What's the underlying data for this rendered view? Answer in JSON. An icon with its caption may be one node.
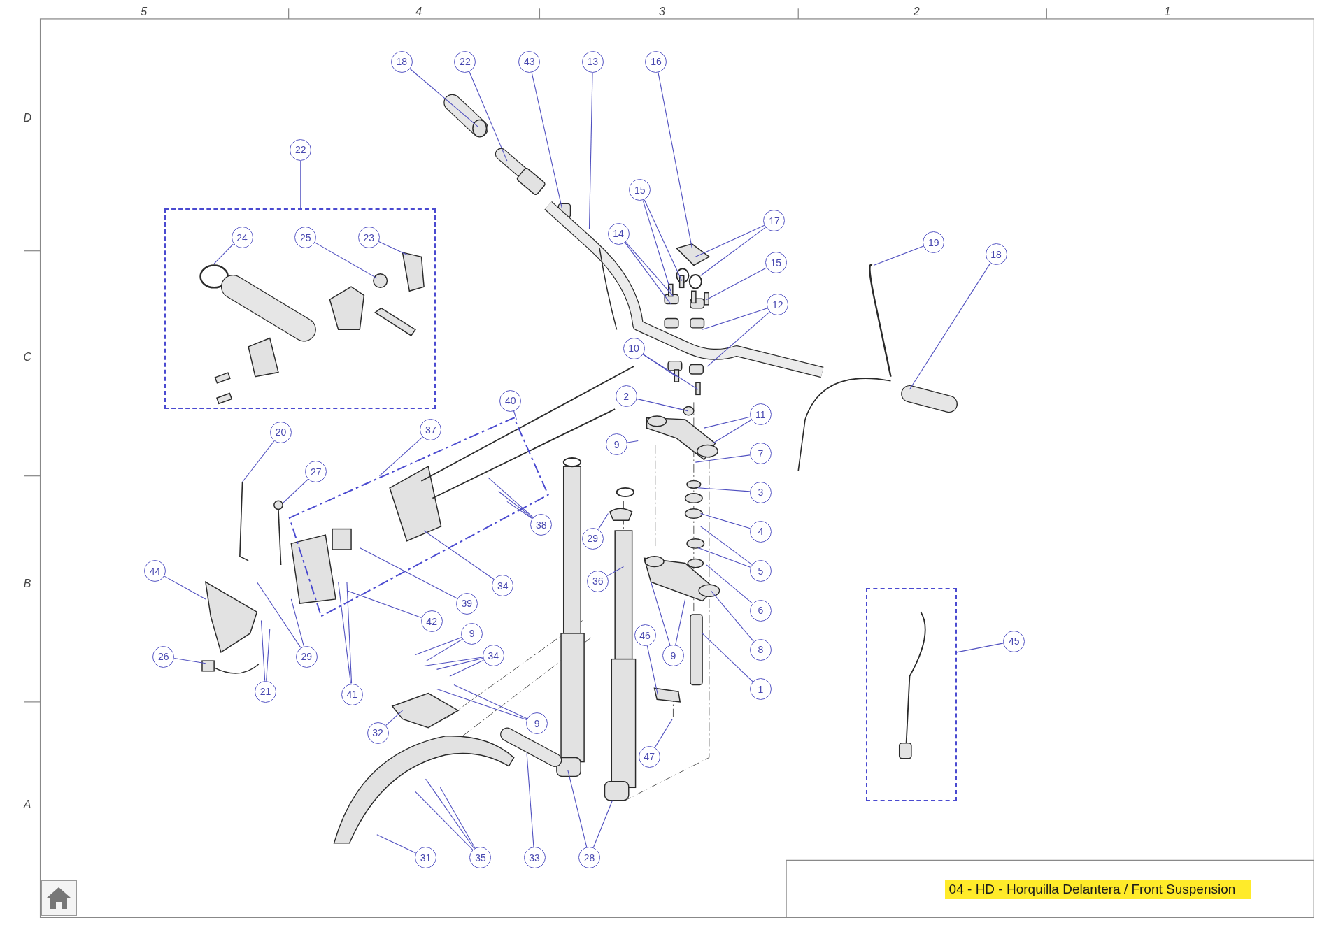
{
  "diagram": {
    "title": "04 - HD - Horquilla Delantera / Front Suspension",
    "nodes": [
      {
        "text": [
          "18"
        ]
      },
      {
        "text": [
          "22"
        ]
      },
      {
        "text": [
          "43"
        ]
      },
      {
        "text": [
          "13"
        ]
      },
      {
        "text": [
          "16"
        ]
      },
      {
        "text": [
          "22"
        ]
      },
      {
        "text": [],
        "shape": "box"
      },
      {
        "text": [
          "24"
        ],
        "in": 6
      },
      {
        "text": [
          "25"
        ],
        "in": 6
      },
      {
        "text": [
          "23"
        ],
        "in": 6
      },
      {
        "text": [
          "15"
        ]
      },
      {
        "text": [
          "17"
        ]
      },
      {
        "text": [
          "14"
        ]
      },
      {
        "text": [
          "15"
        ]
      },
      {
        "text": [
          "12"
        ]
      },
      {
        "text": [
          "19"
        ]
      },
      {
        "text": [
          "18"
        ]
      },
      {
        "text": [
          "10"
        ]
      },
      {
        "text": [
          "2"
        ]
      },
      {
        "text": [
          "40"
        ]
      },
      {
        "text": [
          "11"
        ]
      },
      {
        "text": [
          "9"
        ]
      },
      {
        "text": [
          "7"
        ]
      },
      {
        "text": [
          "37"
        ]
      },
      {
        "text": [
          "20"
        ]
      },
      {
        "text": [
          "27"
        ]
      },
      {
        "text": [
          "3"
        ]
      },
      {
        "text": [
          "38"
        ]
      },
      {
        "text": [
          "4"
        ]
      },
      {
        "text": [
          "29"
        ]
      },
      {
        "text": [
          "5"
        ]
      },
      {
        "text": [
          "44"
        ]
      },
      {
        "text": [
          "34"
        ]
      },
      {
        "text": [
          "36"
        ]
      },
      {
        "text": [
          "39"
        ]
      },
      {
        "text": [
          "42"
        ]
      },
      {
        "text": [
          "6"
        ]
      },
      {
        "text": [
          "9"
        ]
      },
      {
        "text": [
          "46"
        ]
      },
      {
        "text": [
          "9"
        ]
      },
      {
        "text": [
          "8"
        ]
      },
      {
        "text": [
          "26"
        ]
      },
      {
        "text": [
          "29"
        ]
      },
      {
        "text": [
          "34"
        ]
      },
      {
        "text": [
          "1"
        ]
      },
      {
        "text": [
          "21"
        ]
      },
      {
        "text": [
          "41"
        ]
      },
      {
        "text": [
          "45"
        ]
      },
      {
        "text": [],
        "shape": "box"
      },
      {
        "text": [
          "32"
        ]
      },
      {
        "text": [
          "9"
        ]
      },
      {
        "text": [
          "47"
        ]
      },
      {
        "text": [
          "31"
        ]
      },
      {
        "text": [
          "35"
        ]
      },
      {
        "text": [
          "33"
        ]
      },
      {
        "text": [
          "28"
        ]
      }
    ],
    "edges": [
      {
        "from": 0,
        "to": null,
        "arrow": "none"
      },
      {
        "from": 1,
        "to": null,
        "arrow": "none"
      },
      {
        "from": 2,
        "to": null,
        "arrow": "none"
      },
      {
        "from": 3,
        "to": null,
        "arrow": "none"
      },
      {
        "from": 4,
        "to": null,
        "arrow": "none"
      },
      {
        "from": 5,
        "to": 6,
        "arrow": "none"
      },
      {
        "from": 7,
        "to": null,
        "arrow": "none"
      },
      {
        "from": 8,
        "to": null,
        "arrow": "none"
      },
      {
        "from": 9,
        "to": null,
        "arrow": "none"
      },
      {
        "from": 10,
        "to": null,
        "arrow": "none"
      },
      {
        "from": 10,
        "to": null,
        "arrow": "none"
      },
      {
        "from": 11,
        "to": null,
        "arrow": "none"
      },
      {
        "from": 11,
        "to": null,
        "arrow": "none"
      },
      {
        "from": 12,
        "to": null,
        "arrow": "none"
      },
      {
        "from": 12,
        "to": null,
        "arrow": "none"
      },
      {
        "from": 13,
        "to": null,
        "arrow": "none"
      },
      {
        "from": 14,
        "to": null,
        "arrow": "none"
      },
      {
        "from": 14,
        "to": null,
        "arrow": "none"
      },
      {
        "from": 15,
        "to": null,
        "arrow": "none"
      },
      {
        "from": 16,
        "to": null,
        "arrow": "none"
      },
      {
        "from": 17,
        "to": null,
        "arrow": "none"
      },
      {
        "from": 17,
        "to": null,
        "arrow": "none"
      },
      {
        "from": 18,
        "to": null,
        "arrow": "none"
      },
      {
        "from": 19,
        "to": null,
        "arrow": "none"
      },
      {
        "from": 20,
        "to": null,
        "arrow": "none"
      },
      {
        "from": 20,
        "to": null,
        "arrow": "none"
      },
      {
        "from": 21,
        "to": null,
        "arrow": "none"
      },
      {
        "from": 22,
        "to": null,
        "arrow": "none"
      },
      {
        "from": 23,
        "to": null,
        "arrow": "none"
      },
      {
        "from": 24,
        "to": null,
        "arrow": "none"
      },
      {
        "from": 25,
        "to": null,
        "arrow": "none"
      },
      {
        "from": 26,
        "to": null,
        "arrow": "none"
      },
      {
        "from": 27,
        "to": null,
        "arrow": "none"
      },
      {
        "from": 27,
        "to": null,
        "arrow": "none"
      },
      {
        "from": 27,
        "to": null,
        "arrow": "none"
      },
      {
        "from": 28,
        "to": null,
        "arrow": "none"
      },
      {
        "from": 29,
        "to": null,
        "arrow": "none"
      },
      {
        "from": 30,
        "to": null,
        "arrow": "none"
      },
      {
        "from": 30,
        "to": null,
        "arrow": "none"
      },
      {
        "from": 31,
        "to": null,
        "arrow": "none"
      },
      {
        "from": 32,
        "to": null,
        "arrow": "none"
      },
      {
        "from": 33,
        "to": null,
        "arrow": "none"
      },
      {
        "from": 34,
        "to": null,
        "arrow": "none"
      },
      {
        "from": 35,
        "to": null,
        "arrow": "none"
      },
      {
        "from": 36,
        "to": null,
        "arrow": "none"
      },
      {
        "from": 37,
        "to": null,
        "arrow": "none"
      },
      {
        "from": 37,
        "to": null,
        "arrow": "none"
      },
      {
        "from": 38,
        "to": null,
        "arrow": "none"
      },
      {
        "from": 39,
        "to": null,
        "arrow": "none"
      },
      {
        "from": 39,
        "to": null,
        "arrow": "none"
      },
      {
        "from": 40,
        "to": null,
        "arrow": "none"
      },
      {
        "from": 41,
        "to": null,
        "arrow": "none"
      },
      {
        "from": 42,
        "to": null,
        "arrow": "none"
      },
      {
        "from": 42,
        "to": null,
        "arrow": "none"
      },
      {
        "from": 43,
        "to": null,
        "arrow": "none"
      },
      {
        "from": 43,
        "to": null,
        "arrow": "none"
      },
      {
        "from": 43,
        "to": null,
        "arrow": "none"
      },
      {
        "from": 44,
        "to": null,
        "arrow": "none"
      },
      {
        "from": 45,
        "to": null,
        "arrow": "none"
      },
      {
        "from": 45,
        "to": null,
        "arrow": "none"
      },
      {
        "from": 46,
        "to": null,
        "arrow": "none"
      },
      {
        "from": 46,
        "to": null,
        "arrow": "none"
      },
      {
        "from": 47,
        "to": 48,
        "arrow": "none"
      },
      {
        "from": 49,
        "to": null,
        "arrow": "none"
      },
      {
        "from": 50,
        "to": null,
        "arrow": "none"
      },
      {
        "from": 50,
        "to": null,
        "arrow": "none"
      },
      {
        "from": 51,
        "to": null,
        "arrow": "none"
      },
      {
        "from": 52,
        "to": null,
        "arrow": "none"
      },
      {
        "from": 53,
        "to": null,
        "arrow": "none"
      },
      {
        "from": 53,
        "to": null,
        "arrow": "none"
      },
      {
        "from": 53,
        "to": null,
        "arrow": "none"
      },
      {
        "from": 54,
        "to": null,
        "arrow": "none"
      },
      {
        "from": 55,
        "to": null,
        "arrow": "none"
      },
      {
        "from": 55,
        "to": null,
        "arrow": "none"
      }
    ],
    "labels": [
      "5",
      "4",
      "3",
      "2",
      "1",
      "D",
      "C",
      "B",
      "A"
    ]
  }
}
